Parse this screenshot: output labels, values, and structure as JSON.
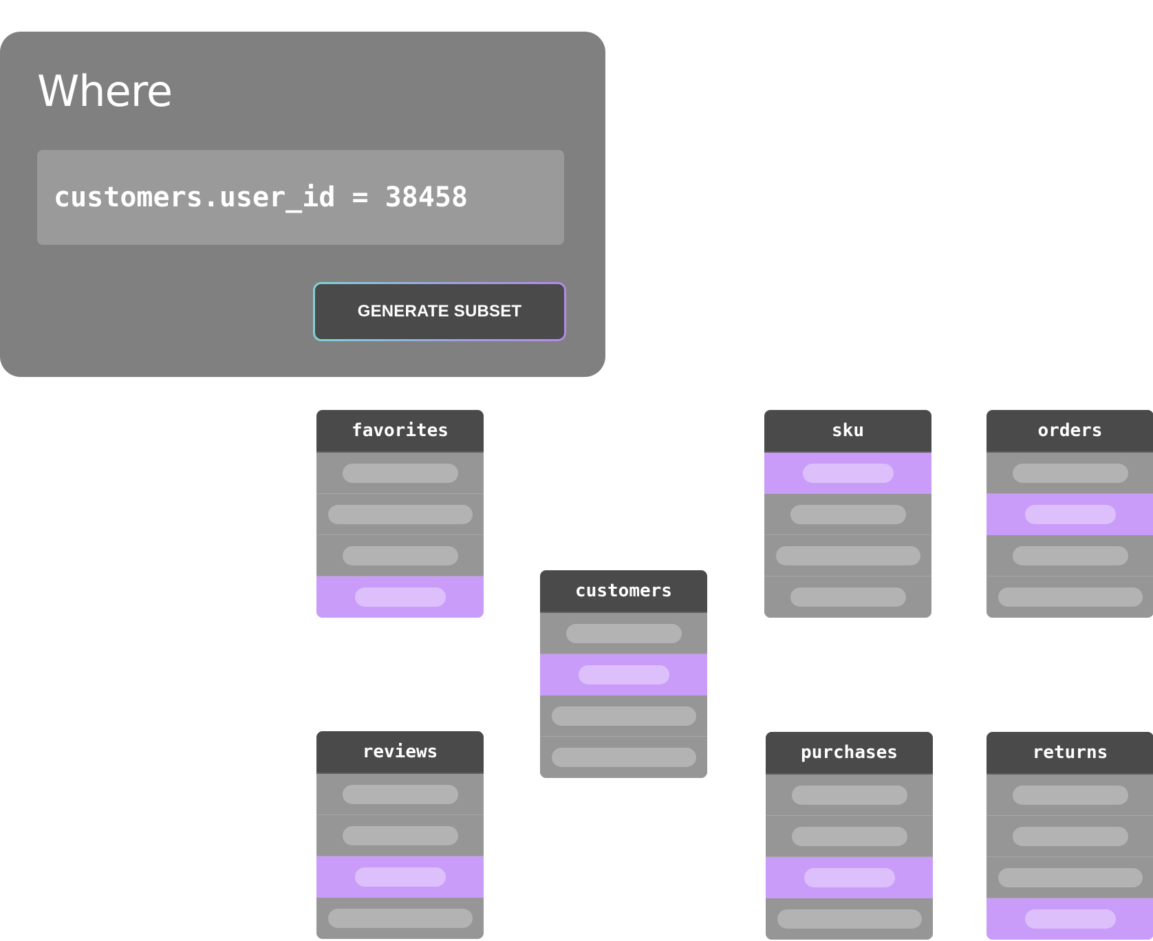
{
  "where_panel": {
    "title": "Where",
    "query": "customers.user_id = 38458",
    "button_label": "GENERATE SUBSET",
    "button_border_gradient": [
      "#7fd3d8",
      "#b48ae8"
    ]
  },
  "colors": {
    "panel_bg": "#808080",
    "header_bg": "#4a4a4a",
    "row_bg": "#969696",
    "pill": "#b3b3b3",
    "highlight_row": "#c99cfa",
    "highlight_pill": "#ddc0fb"
  },
  "tables": [
    {
      "id": "favorites",
      "name": "favorites",
      "rows": [
        {
          "highlighted": false,
          "width": "m"
        },
        {
          "highlighted": false,
          "width": "l"
        },
        {
          "highlighted": false,
          "width": "m"
        },
        {
          "highlighted": true,
          "width": "s"
        }
      ]
    },
    {
      "id": "customers",
      "name": "customers",
      "rows": [
        {
          "highlighted": false,
          "width": "m"
        },
        {
          "highlighted": true,
          "width": "s"
        },
        {
          "highlighted": false,
          "width": "l"
        },
        {
          "highlighted": false,
          "width": "l"
        }
      ]
    },
    {
      "id": "sku",
      "name": "sku",
      "rows": [
        {
          "highlighted": true,
          "width": "s"
        },
        {
          "highlighted": false,
          "width": "m"
        },
        {
          "highlighted": false,
          "width": "l"
        },
        {
          "highlighted": false,
          "width": "m"
        }
      ]
    },
    {
      "id": "orders",
      "name": "orders",
      "rows": [
        {
          "highlighted": false,
          "width": "m"
        },
        {
          "highlighted": true,
          "width": "s"
        },
        {
          "highlighted": false,
          "width": "m"
        },
        {
          "highlighted": false,
          "width": "l"
        }
      ]
    },
    {
      "id": "reviews",
      "name": "reviews",
      "rows": [
        {
          "highlighted": false,
          "width": "m"
        },
        {
          "highlighted": false,
          "width": "m"
        },
        {
          "highlighted": true,
          "width": "s"
        },
        {
          "highlighted": false,
          "width": "l"
        }
      ]
    },
    {
      "id": "purchases",
      "name": "purchases",
      "rows": [
        {
          "highlighted": false,
          "width": "m"
        },
        {
          "highlighted": false,
          "width": "m"
        },
        {
          "highlighted": true,
          "width": "s"
        },
        {
          "highlighted": false,
          "width": "l"
        }
      ]
    },
    {
      "id": "returns",
      "name": "returns",
      "rows": [
        {
          "highlighted": false,
          "width": "m"
        },
        {
          "highlighted": false,
          "width": "m"
        },
        {
          "highlighted": false,
          "width": "l"
        },
        {
          "highlighted": true,
          "width": "s"
        }
      ]
    }
  ]
}
